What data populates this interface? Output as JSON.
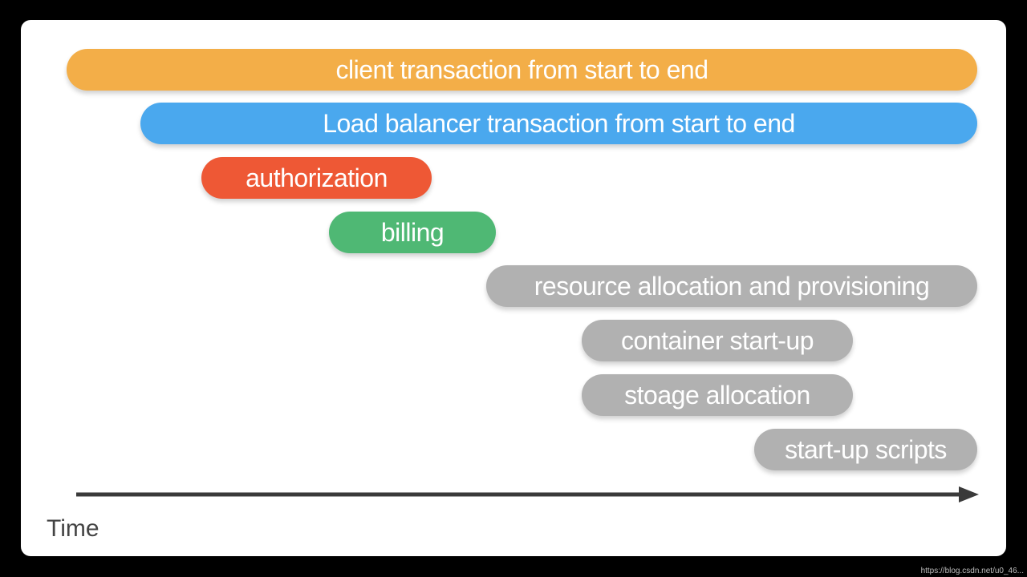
{
  "diagram": {
    "bars": [
      {
        "id": "client",
        "label": "client transaction from start to end",
        "color": "#f3ae48"
      },
      {
        "id": "lb",
        "label": "Load balancer transaction from start to end",
        "color": "#4aa8ee"
      },
      {
        "id": "auth",
        "label": "authorization",
        "color": "#ee5835"
      },
      {
        "id": "billing",
        "label": "billing",
        "color": "#4fb874"
      },
      {
        "id": "resource",
        "label": "resource allocation and provisioning",
        "color": "#b1b1b1"
      },
      {
        "id": "container",
        "label": "container start-up",
        "color": "#b1b1b1"
      },
      {
        "id": "storage",
        "label": "stoage allocation",
        "color": "#b1b1b1"
      },
      {
        "id": "startup",
        "label": "start-up scripts",
        "color": "#b1b1b1"
      }
    ],
    "axis_label": "Time",
    "axis_color": "#3a3a3a",
    "watermark": "https://blog.csdn.net/u0_46..."
  }
}
